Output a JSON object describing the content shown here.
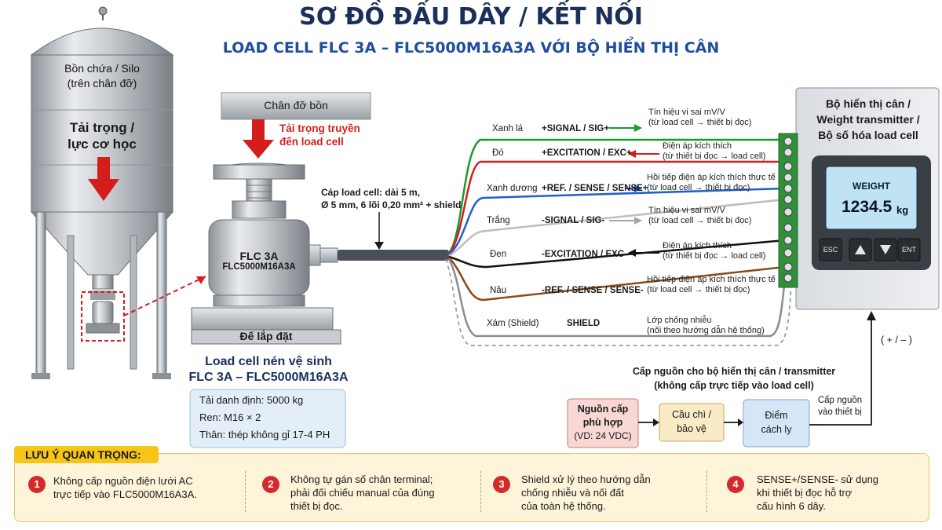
{
  "header": {
    "title": "SƠ ĐỒ ĐẤU DÂY / KẾT NỐI",
    "subtitle": "LOAD CELL FLC 3A – FLC5000M16A3A VỚI BỘ HIỂN THỊ CÂN"
  },
  "silo": {
    "label_1": "Bồn chứa / Silo",
    "label_2": "(trên chân đỡ)",
    "load_1": "Tải trọng /",
    "load_2": "lực cơ học"
  },
  "support": {
    "label": "Chân đỡ bồn",
    "load_1": "Tải trọng truyền",
    "load_2": "đến load cell"
  },
  "loadcell": {
    "model_1": "FLC 3A",
    "model_2": "FLC5000M16A3A",
    "base": "Đế lắp đặt",
    "caption_1": "Load cell nén vệ sinh",
    "caption_2": "FLC 3A – FLC5000M16A3A",
    "spec_1": "Tải danh định: 5000 kg",
    "spec_2": "Ren: M16 × 2",
    "spec_3": "Thân: thép không gỉ 17-4 PH"
  },
  "cable": {
    "label_1": "Cáp load cell: dài 5 m,",
    "label_2": "Ø 5 mm, 6 lõi 0,20 mm² + shield"
  },
  "wires": [
    {
      "color_name": "Xanh lá",
      "signal": "+SIGNAL / SIG+",
      "desc_1": "Tín hiệu vi sai mV/V",
      "desc_2": "(từ load cell → thiết bị đọc)",
      "color": "#1a9a2a"
    },
    {
      "color_name": "Đỏ",
      "signal": "+EXCITATION / EXC+",
      "desc_1": "Điện áp kích thích",
      "desc_2": "(từ thiết bị đọc → load cell)",
      "color": "#d41e1e"
    },
    {
      "color_name": "Xanh dương",
      "signal": "+REF. / SENSE / SENSE+",
      "desc_1": "Hồi tiếp điện áp kích thích thực tế",
      "desc_2": "(từ load cell → thiết bị đọc)",
      "color": "#1f5fd0"
    },
    {
      "color_name": "Trắng",
      "signal": "-SIGNAL / SIG-",
      "desc_1": "Tín hiệu vi sai mV/V",
      "desc_2": "(từ load cell → thiết bị đọc)",
      "color": "#bdbdbd"
    },
    {
      "color_name": "Đen",
      "signal": "-EXCITATION / EXC-",
      "desc_1": "Điện áp kích thích",
      "desc_2": "(từ thiết bị đọc → load cell)",
      "color": "#111111"
    },
    {
      "color_name": "Nâu",
      "signal": "-REF. / SENSE / SENSE-",
      "desc_1": "Hồi tiếp điện áp kích thích thực tế",
      "desc_2": "(từ load cell → thiết bị đọc)",
      "color": "#8a4a1c"
    },
    {
      "color_name": "Xám (Shield)",
      "signal": "SHIELD",
      "desc_1": "Lớp chống nhiễu",
      "desc_2": "(nối theo hướng dẫn hệ thống)",
      "color": "#8c8c8c"
    }
  ],
  "indicator": {
    "title_1": "Bộ hiển thị cân /",
    "title_2": "Weight transmitter /",
    "title_3": "Bộ số hóa load cell",
    "screen_label": "WEIGHT",
    "value": "1234.5",
    "unit": "kg",
    "btn_esc": "ESC",
    "btn_ent": "ENT",
    "polarity": "( + / – )"
  },
  "power": {
    "title_1": "Cấp nguồn cho bộ hiển thị cân / transmitter",
    "title_2": "(không cấp trực tiếp vào load cell)",
    "source_1": "Nguồn cấp",
    "source_2": "phù hợp",
    "source_3": "(VD: 24 VDC)",
    "fuse_1": "Cầu chì /",
    "fuse_2": "bảo vệ",
    "iso_1": "Điểm",
    "iso_2": "cách ly",
    "feed_1": "Cấp nguồn",
    "feed_2": "vào thiết bị"
  },
  "notes": {
    "heading": "LƯU Ý QUAN TRỌNG:",
    "items": [
      {
        "num": "1",
        "line_1": "Không cấp nguồn điện lưới AC",
        "line_2": "trực tiếp vào FLC5000M16A3A.",
        "line_3": ""
      },
      {
        "num": "2",
        "line_1": "Không tự gán số chân terminal;",
        "line_2": "phải đối chiếu manual của đúng",
        "line_3": "thiết bị đọc."
      },
      {
        "num": "3",
        "line_1": "Shield xử lý theo hướng dẫn",
        "line_2": "chống nhiễu và nối đất",
        "line_3": "của toàn hệ thống."
      },
      {
        "num": "4",
        "line_1": "SENSE+/SENSE- sử dụng",
        "line_2": "khi thiết bị đọc hỗ trợ",
        "line_3": "cấu hình 6 dây."
      }
    ]
  },
  "colors": {
    "title": "#1b2f5c",
    "subtitle": "#1f4e9c",
    "arrow_red": "#d41e1e",
    "note_bg": "#fdf4d9",
    "note_head": "#f5c518",
    "lcd": "#bfe3f3"
  }
}
